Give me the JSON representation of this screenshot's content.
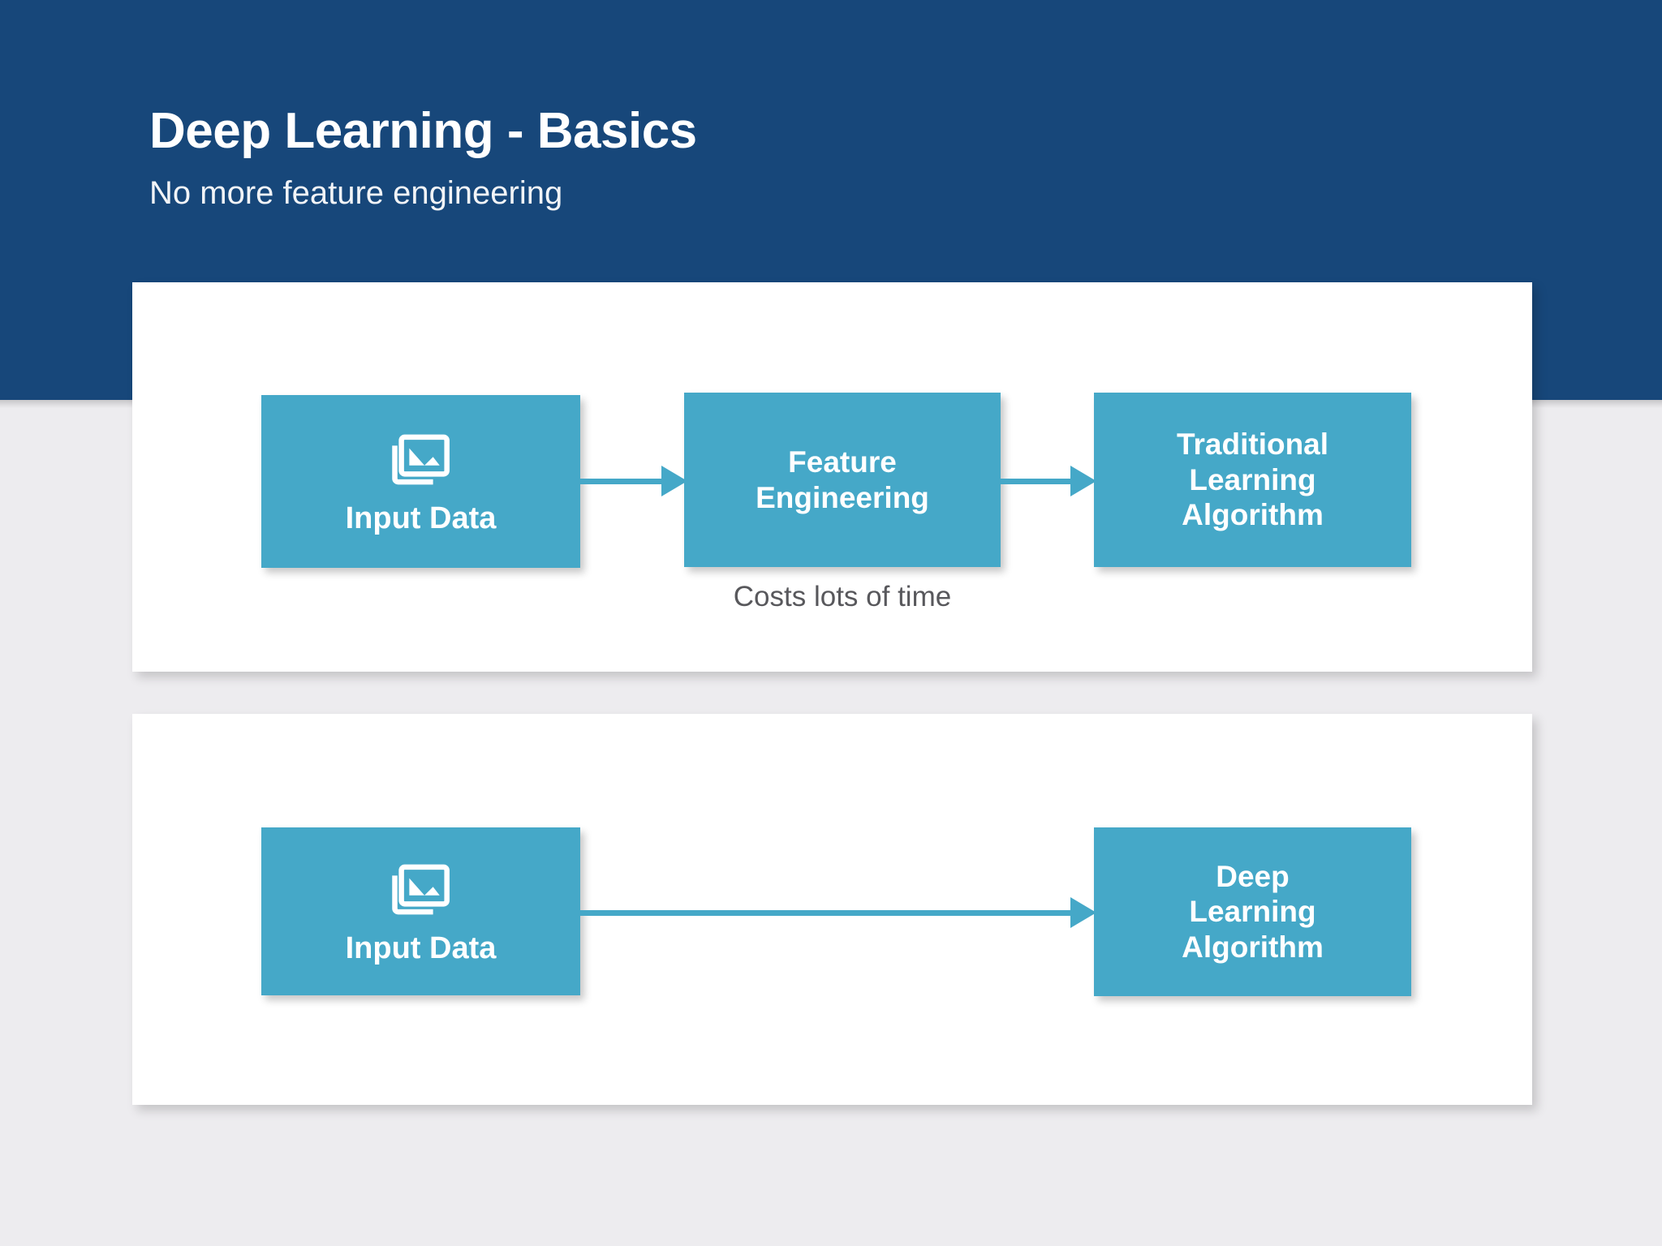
{
  "slide": {
    "title": "Deep Learning - Basics",
    "subtitle": "No more feature engineering",
    "header_color": "#17477a",
    "background_color": "#edecef",
    "accent_color": "#45a8c8",
    "card_color": "#ffffff",
    "caption_color": "#58585c"
  },
  "diagram": {
    "traditional_flow": {
      "nodes": [
        {
          "id": "input-data-1",
          "label": "Input Data",
          "icon": "photo-library-icon"
        },
        {
          "id": "feature-engineering",
          "label": "Feature\nEngineering",
          "icon": null
        },
        {
          "id": "traditional-learning-algorithm",
          "label": "Traditional\nLearning\nAlgorithm",
          "icon": null
        }
      ],
      "edges": [
        {
          "from": "input-data-1",
          "to": "feature-engineering",
          "style": "arrow"
        },
        {
          "from": "feature-engineering",
          "to": "traditional-learning-algorithm",
          "style": "arrow"
        }
      ],
      "caption": "Costs lots of time"
    },
    "deep_learning_flow": {
      "nodes": [
        {
          "id": "input-data-2",
          "label": "Input Data",
          "icon": "photo-library-icon"
        },
        {
          "id": "deep-learning-algorithm",
          "label": "Deep\nLearning\nAlgorithm",
          "icon": null
        }
      ],
      "edges": [
        {
          "from": "input-data-2",
          "to": "deep-learning-algorithm",
          "style": "arrow"
        }
      ],
      "caption": ""
    }
  }
}
